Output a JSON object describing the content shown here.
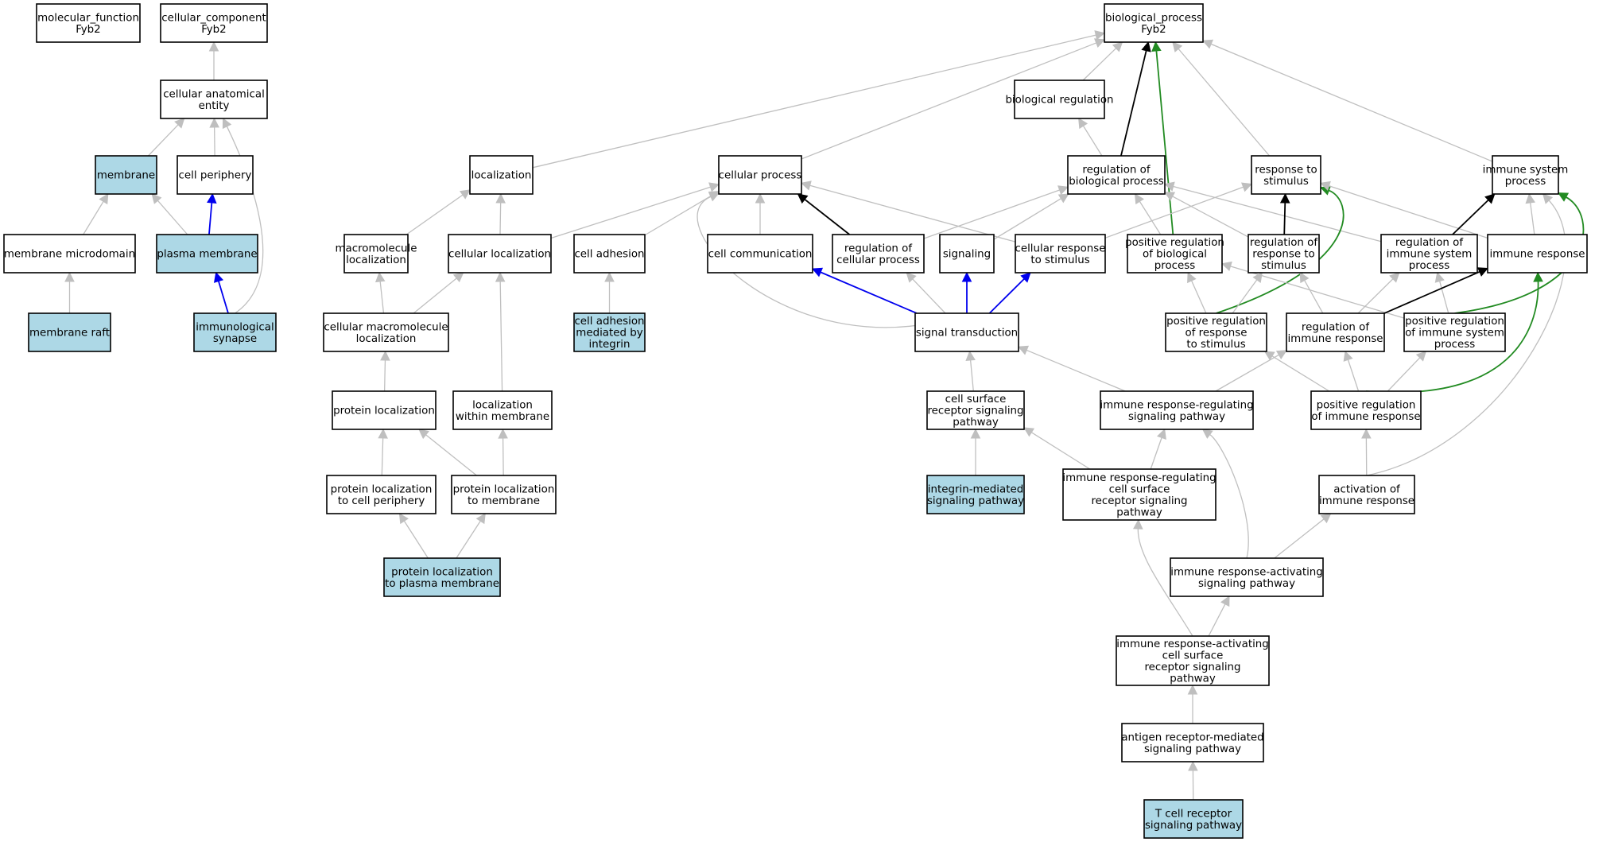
{
  "colors": {
    "default_fill": "#ffffff",
    "highlight_fill": "#add8e6",
    "edge_gray": "#bfbfbf",
    "edge_black": "#000000",
    "edge_blue": "#0000ee",
    "edge_green": "#228b22"
  },
  "nodes": [
    {
      "id": "mf",
      "lines": [
        "molecular_function",
        "Fyb2"
      ],
      "highlight": false
    },
    {
      "id": "cc",
      "lines": [
        "cellular_component",
        "Fyb2"
      ],
      "highlight": false
    },
    {
      "id": "bp",
      "lines": [
        "biological_process",
        "Fyb2"
      ],
      "highlight": false
    },
    {
      "id": "cae",
      "lines": [
        "cellular anatomical",
        "entity"
      ],
      "highlight": false
    },
    {
      "id": "breg",
      "lines": [
        "biological regulation"
      ],
      "highlight": false
    },
    {
      "id": "membrane",
      "lines": [
        "membrane"
      ],
      "highlight": true
    },
    {
      "id": "cperiph",
      "lines": [
        "cell periphery"
      ],
      "highlight": false
    },
    {
      "id": "loc",
      "lines": [
        "localization"
      ],
      "highlight": false
    },
    {
      "id": "cproc",
      "lines": [
        "cellular process"
      ],
      "highlight": false
    },
    {
      "id": "rbp",
      "lines": [
        "regulation of",
        "biological process"
      ],
      "highlight": false
    },
    {
      "id": "rts",
      "lines": [
        "response to",
        "stimulus"
      ],
      "highlight": false
    },
    {
      "id": "isp",
      "lines": [
        "immune system",
        "process"
      ],
      "highlight": false
    },
    {
      "id": "mmicro",
      "lines": [
        "membrane microdomain"
      ],
      "highlight": false
    },
    {
      "id": "pmem",
      "lines": [
        "plasma membrane"
      ],
      "highlight": true
    },
    {
      "id": "mloc",
      "lines": [
        "macromolecule",
        "localization"
      ],
      "highlight": false
    },
    {
      "id": "cloc",
      "lines": [
        "cellular localization"
      ],
      "highlight": false
    },
    {
      "id": "cadh",
      "lines": [
        "cell adhesion"
      ],
      "highlight": false
    },
    {
      "id": "ccomm",
      "lines": [
        "cell communication"
      ],
      "highlight": false
    },
    {
      "id": "rcp",
      "lines": [
        "regulation of",
        "cellular process"
      ],
      "highlight": false
    },
    {
      "id": "sig",
      "lines": [
        "signaling"
      ],
      "highlight": false
    },
    {
      "id": "crs",
      "lines": [
        "cellular response",
        "to stimulus"
      ],
      "highlight": false
    },
    {
      "id": "prbp",
      "lines": [
        "positive regulation",
        "of biological",
        "process"
      ],
      "highlight": false
    },
    {
      "id": "rrs",
      "lines": [
        "regulation of",
        "response to",
        "stimulus"
      ],
      "highlight": false
    },
    {
      "id": "risp",
      "lines": [
        "regulation of",
        "immune system",
        "process"
      ],
      "highlight": false
    },
    {
      "id": "ir",
      "lines": [
        "immune response"
      ],
      "highlight": false
    },
    {
      "id": "mraft",
      "lines": [
        "membrane raft"
      ],
      "highlight": true
    },
    {
      "id": "isyn",
      "lines": [
        "immunological",
        "synapse"
      ],
      "highlight": true
    },
    {
      "id": "cmloc",
      "lines": [
        "cellular macromolecule",
        "localization"
      ],
      "highlight": false
    },
    {
      "id": "cadhint",
      "lines": [
        "cell adhesion",
        "mediated by",
        "integrin"
      ],
      "highlight": true
    },
    {
      "id": "st",
      "lines": [
        "signal transduction"
      ],
      "highlight": false
    },
    {
      "id": "prrs",
      "lines": [
        "positive regulation",
        "of response",
        "to stimulus"
      ],
      "highlight": false
    },
    {
      "id": "rir",
      "lines": [
        "regulation of",
        "immune response"
      ],
      "highlight": false
    },
    {
      "id": "prisp",
      "lines": [
        "positive regulation",
        "of immune system",
        "process"
      ],
      "highlight": false
    },
    {
      "id": "ploc",
      "lines": [
        "protein localization"
      ],
      "highlight": false
    },
    {
      "id": "locwm",
      "lines": [
        "localization",
        "within membrane"
      ],
      "highlight": false
    },
    {
      "id": "csrsp",
      "lines": [
        "cell surface",
        "receptor signaling",
        "pathway"
      ],
      "highlight": false
    },
    {
      "id": "irrsp",
      "lines": [
        "immune response-regulating",
        "signaling pathway"
      ],
      "highlight": false
    },
    {
      "id": "prir",
      "lines": [
        "positive regulation",
        "of immune response"
      ],
      "highlight": false
    },
    {
      "id": "plcp",
      "lines": [
        "protein localization",
        "to cell periphery"
      ],
      "highlight": false
    },
    {
      "id": "pltm",
      "lines": [
        "protein localization",
        "to membrane"
      ],
      "highlight": false
    },
    {
      "id": "imsp",
      "lines": [
        "integrin-mediated",
        "signaling pathway"
      ],
      "highlight": true
    },
    {
      "id": "irrcs",
      "lines": [
        "immune response-regulating",
        "cell surface",
        "receptor signaling",
        "pathway"
      ],
      "highlight": false
    },
    {
      "id": "air",
      "lines": [
        "activation of",
        "immune response"
      ],
      "highlight": false
    },
    {
      "id": "pltpm",
      "lines": [
        "protein localization",
        "to plasma membrane"
      ],
      "highlight": true
    },
    {
      "id": "irasp",
      "lines": [
        "immune response-activating",
        "signaling pathway"
      ],
      "highlight": false
    },
    {
      "id": "iracs",
      "lines": [
        "immune response-activating",
        "cell surface",
        "receptor signaling",
        "pathway"
      ],
      "highlight": false
    },
    {
      "id": "armsp",
      "lines": [
        "antigen receptor-mediated",
        "signaling pathway"
      ],
      "highlight": false
    },
    {
      "id": "tcr",
      "lines": [
        "T cell receptor",
        "signaling pathway"
      ],
      "highlight": true
    }
  ],
  "edges": [
    {
      "from": "cae",
      "to": "cc",
      "kind": "is_a"
    },
    {
      "from": "membrane",
      "to": "cae",
      "kind": "is_a"
    },
    {
      "from": "cperiph",
      "to": "cae",
      "kind": "is_a"
    },
    {
      "from": "isyn",
      "to": "cae",
      "kind": "is_a"
    },
    {
      "from": "mmicro",
      "to": "membrane",
      "kind": "is_a"
    },
    {
      "from": "pmem",
      "to": "membrane",
      "kind": "is_a"
    },
    {
      "from": "pmem",
      "to": "cperiph",
      "kind": "part_of"
    },
    {
      "from": "mraft",
      "to": "mmicro",
      "kind": "is_a"
    },
    {
      "from": "isyn",
      "to": "pmem",
      "kind": "part_of"
    },
    {
      "from": "loc",
      "to": "bp",
      "kind": "is_a"
    },
    {
      "from": "cproc",
      "to": "bp",
      "kind": "is_a"
    },
    {
      "from": "breg",
      "to": "bp",
      "kind": "is_a"
    },
    {
      "from": "rbp",
      "to": "bp",
      "kind": "regulates"
    },
    {
      "from": "prbp",
      "to": "bp",
      "kind": "positively_regulates"
    },
    {
      "from": "rts",
      "to": "bp",
      "kind": "is_a"
    },
    {
      "from": "isp",
      "to": "bp",
      "kind": "is_a"
    },
    {
      "from": "rbp",
      "to": "breg",
      "kind": "is_a"
    },
    {
      "from": "mloc",
      "to": "loc",
      "kind": "is_a"
    },
    {
      "from": "cloc",
      "to": "loc",
      "kind": "is_a"
    },
    {
      "from": "cloc",
      "to": "cproc",
      "kind": "is_a"
    },
    {
      "from": "cadh",
      "to": "cproc",
      "kind": "is_a"
    },
    {
      "from": "ccomm",
      "to": "cproc",
      "kind": "is_a"
    },
    {
      "from": "rcp",
      "to": "cproc",
      "kind": "regulates"
    },
    {
      "from": "crs",
      "to": "cproc",
      "kind": "is_a"
    },
    {
      "from": "st",
      "to": "cproc",
      "kind": "is_a"
    },
    {
      "from": "rcp",
      "to": "rbp",
      "kind": "is_a"
    },
    {
      "from": "sig",
      "to": "rbp",
      "kind": "is_a"
    },
    {
      "from": "prbp",
      "to": "rbp",
      "kind": "is_a"
    },
    {
      "from": "rrs",
      "to": "rbp",
      "kind": "is_a"
    },
    {
      "from": "risp",
      "to": "rbp",
      "kind": "is_a"
    },
    {
      "from": "crs",
      "to": "rts",
      "kind": "is_a"
    },
    {
      "from": "rrs",
      "to": "rts",
      "kind": "regulates"
    },
    {
      "from": "prrs",
      "to": "rts",
      "kind": "positively_regulates"
    },
    {
      "from": "ir",
      "to": "rts",
      "kind": "is_a"
    },
    {
      "from": "risp",
      "to": "isp",
      "kind": "regulates"
    },
    {
      "from": "ir",
      "to": "isp",
      "kind": "is_a"
    },
    {
      "from": "prisp",
      "to": "isp",
      "kind": "positively_regulates"
    },
    {
      "from": "air",
      "to": "isp",
      "kind": "is_a"
    },
    {
      "from": "cmloc",
      "to": "mloc",
      "kind": "is_a"
    },
    {
      "from": "cmloc",
      "to": "cloc",
      "kind": "is_a"
    },
    {
      "from": "locwm",
      "to": "cloc",
      "kind": "is_a"
    },
    {
      "from": "cadhint",
      "to": "cadh",
      "kind": "is_a"
    },
    {
      "from": "st",
      "to": "ccomm",
      "kind": "part_of"
    },
    {
      "from": "st",
      "to": "rcp",
      "kind": "is_a"
    },
    {
      "from": "st",
      "to": "sig",
      "kind": "part_of"
    },
    {
      "from": "st",
      "to": "crs",
      "kind": "part_of"
    },
    {
      "from": "prrs",
      "to": "prbp",
      "kind": "is_a"
    },
    {
      "from": "prisp",
      "to": "prbp",
      "kind": "is_a"
    },
    {
      "from": "prrs",
      "to": "rrs",
      "kind": "is_a"
    },
    {
      "from": "rir",
      "to": "rrs",
      "kind": "is_a"
    },
    {
      "from": "rir",
      "to": "risp",
      "kind": "is_a"
    },
    {
      "from": "prisp",
      "to": "risp",
      "kind": "is_a"
    },
    {
      "from": "rir",
      "to": "ir",
      "kind": "regulates"
    },
    {
      "from": "prir",
      "to": "ir",
      "kind": "positively_regulates"
    },
    {
      "from": "ploc",
      "to": "cmloc",
      "kind": "is_a"
    },
    {
      "from": "csrsp",
      "to": "st",
      "kind": "is_a"
    },
    {
      "from": "irrsp",
      "to": "st",
      "kind": "is_a"
    },
    {
      "from": "irrsp",
      "to": "rir",
      "kind": "is_a"
    },
    {
      "from": "prir",
      "to": "prrs",
      "kind": "is_a"
    },
    {
      "from": "prir",
      "to": "rir",
      "kind": "is_a"
    },
    {
      "from": "prir",
      "to": "prisp",
      "kind": "is_a"
    },
    {
      "from": "plcp",
      "to": "ploc",
      "kind": "is_a"
    },
    {
      "from": "pltm",
      "to": "ploc",
      "kind": "is_a"
    },
    {
      "from": "pltm",
      "to": "locwm",
      "kind": "is_a"
    },
    {
      "from": "imsp",
      "to": "csrsp",
      "kind": "is_a"
    },
    {
      "from": "irrcs",
      "to": "csrsp",
      "kind": "is_a"
    },
    {
      "from": "irrcs",
      "to": "irrsp",
      "kind": "is_a"
    },
    {
      "from": "irasp",
      "to": "irrsp",
      "kind": "is_a"
    },
    {
      "from": "air",
      "to": "prir",
      "kind": "is_a"
    },
    {
      "from": "pltpm",
      "to": "plcp",
      "kind": "is_a"
    },
    {
      "from": "pltpm",
      "to": "pltm",
      "kind": "is_a"
    },
    {
      "from": "iracs",
      "to": "irrcs",
      "kind": "is_a"
    },
    {
      "from": "irasp",
      "to": "air",
      "kind": "is_a"
    },
    {
      "from": "iracs",
      "to": "irasp",
      "kind": "is_a"
    },
    {
      "from": "armsp",
      "to": "iracs",
      "kind": "is_a"
    },
    {
      "from": "tcr",
      "to": "armsp",
      "kind": "is_a"
    }
  ]
}
